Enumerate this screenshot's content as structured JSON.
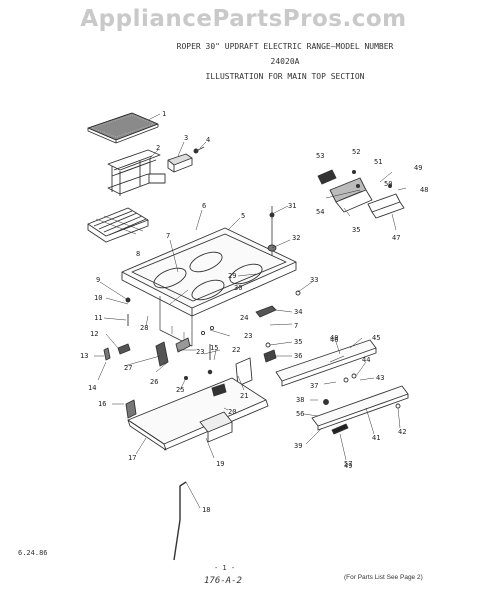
{
  "watermark": "AppliancePartsPros.com",
  "title_lines": [
    "ROPER 30\" UPDRAFT ELECTRIC RANGE—MODEL NUMBER",
    "24020A",
    "ILLUSTRATION FOR MAIN TOP SECTION"
  ],
  "footer": {
    "date": "6.24.86",
    "page": "- 1 -",
    "handwritten": "176-A-2",
    "note": "(For Parts List See Page 2)"
  },
  "callouts": [
    "1",
    "2",
    "3",
    "4",
    "5",
    "6",
    "7",
    "7",
    "8",
    "9",
    "10",
    "11",
    "12",
    "13",
    "14",
    "15",
    "16",
    "17",
    "18",
    "19",
    "20",
    "21",
    "22",
    "23",
    "23",
    "24",
    "25",
    "26",
    "27",
    "28",
    "29",
    "30",
    "31",
    "32",
    "33",
    "34",
    "35",
    "35",
    "36",
    "37",
    "38",
    "39",
    "40",
    "41",
    "42",
    "43",
    "44",
    "45",
    "46",
    "47",
    "48",
    "49",
    "49",
    "50",
    "51",
    "52",
    "53",
    "54",
    "56",
    "57"
  ]
}
